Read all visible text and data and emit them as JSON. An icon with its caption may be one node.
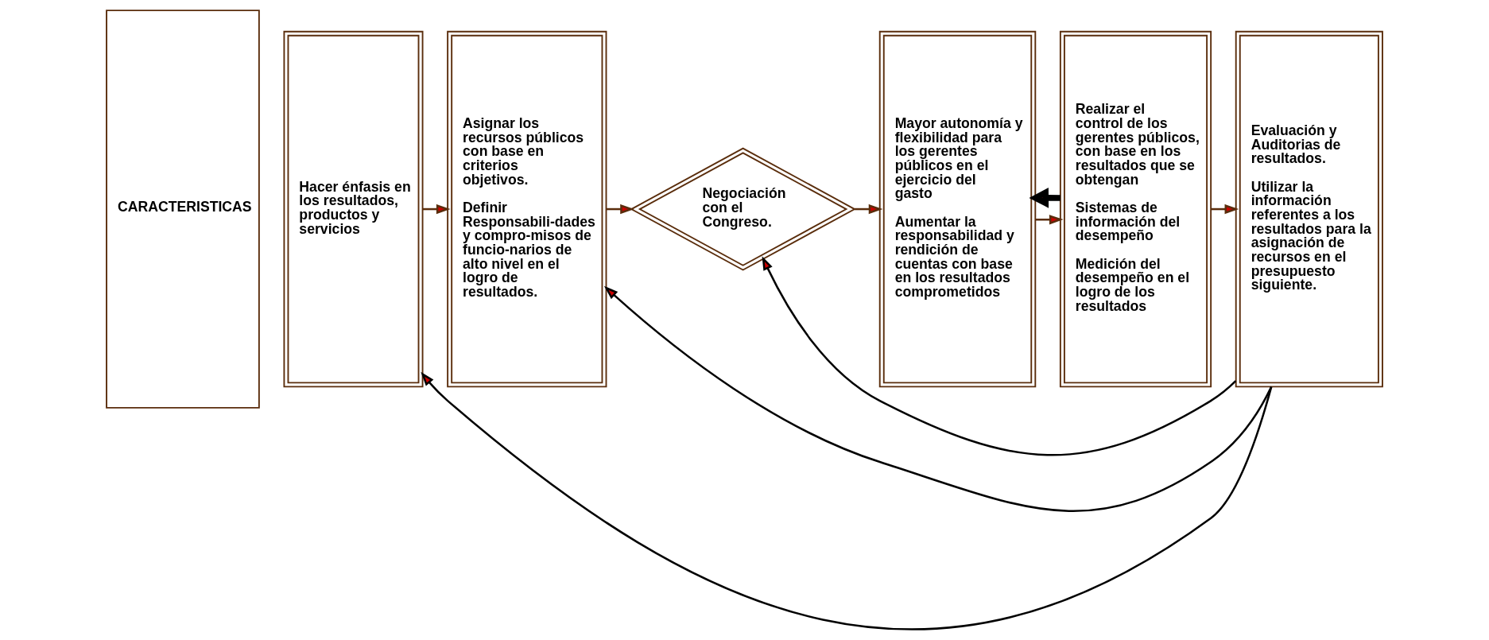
{
  "diagram": {
    "nodes": [
      {
        "text": [
          "CARACTERISTICAS"
        ]
      },
      {
        "text": [
          "Hacer énfasis en los resultados, productos y servicios"
        ]
      },
      {
        "text": [
          "Asignar los recursos públicos con base en criterios objetivos.",
          "Definir Responsabili-dades y compro-misos de funcio-narios de alto nivel en el logro de resultados."
        ]
      },
      {
        "text": [
          "Negociación con el Congreso."
        ]
      },
      {
        "text": [
          "Mayor autonomía y flexibilidad para los gerentes públicos en el ejercicio del gasto",
          "Aumentar la responsabilidad y rendición de cuentas con base en los resultados comprometidos"
        ]
      },
      {
        "text": [
          "Realizar el control de los gerentes públicos, con base en los resultados que se obtengan",
          "Sistemas de información del desempeño",
          "Medición del desempeño en el logro de los resultados"
        ]
      },
      {
        "text": [
          "Evaluación y Auditorias de resultados.",
          "Utilizar la información referentes a los resultados para la asignación de recursos en el presupuesto siguiente."
        ]
      }
    ],
    "edges": [
      {
        "from": 1,
        "to": 2,
        "arrow": "to"
      },
      {
        "from": 2,
        "to": 3,
        "arrow": "to"
      },
      {
        "from": 3,
        "to": 4,
        "arrow": "to"
      },
      {
        "from": 4,
        "to": 5,
        "arrow": "to"
      },
      {
        "from": 5,
        "to": 6,
        "arrow": "to"
      },
      {
        "from": 6,
        "to": 1,
        "arrow": "to",
        "color": "#000000"
      },
      {
        "from": 6,
        "to": 2,
        "arrow": "to",
        "color": "#000000"
      },
      {
        "from": 6,
        "to": 3,
        "arrow": "to",
        "color": "#000000"
      },
      {
        "from": 5,
        "to": 4,
        "arrow": "to",
        "style": "thick",
        "color": "#000000"
      }
    ]
  }
}
